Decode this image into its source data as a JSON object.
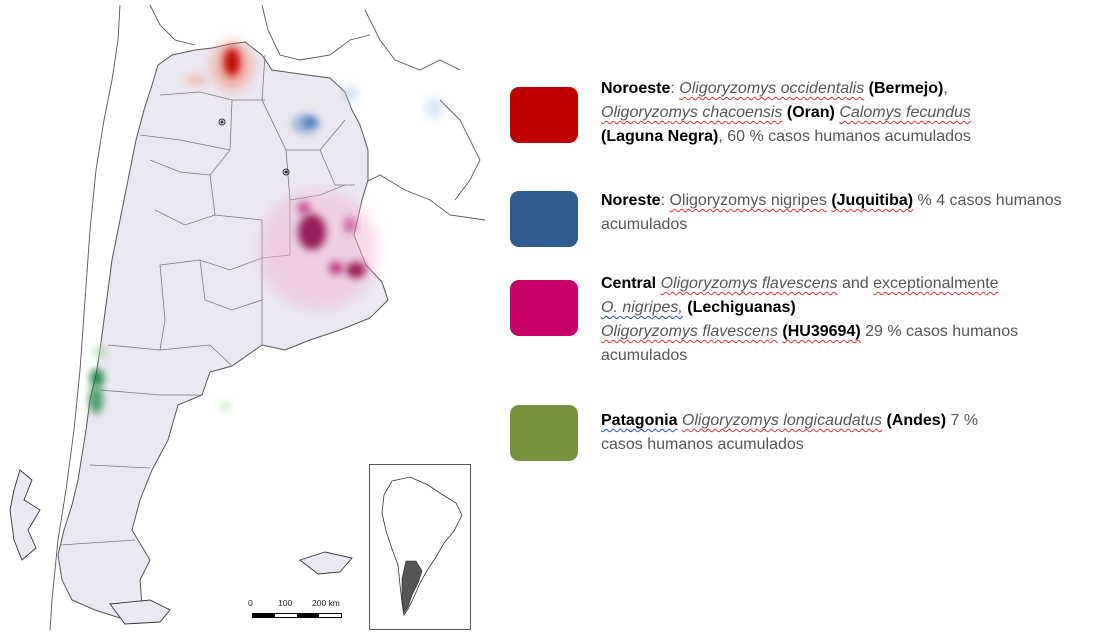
{
  "legend": [
    {
      "color": "#c00000",
      "region": "Noroeste",
      "parts": [
        "Oligoryzomys occidentalis",
        "(Bermejo)",
        "Oligoryzomys chacoensis",
        "(Oran)",
        "Calomys fecundus",
        "(Laguna Negra)",
        ", 60 % casos humanos acumulados"
      ]
    },
    {
      "color": "#2f5b8f",
      "region": "Noreste",
      "parts": [
        "Oligoryzomys nigripes",
        "(Juquitiba)",
        "% 4  casos humanos acumulados"
      ]
    },
    {
      "color": "#c8006a",
      "region": "Central",
      "parts": [
        "Oligoryzomys flavescens",
        "and",
        "exceptionalmente",
        "O. nigripes,",
        "(Lechiguanas)",
        "Oligoryzomys flavescens",
        "(HU39694)",
        "29 % casos humanos acumulados"
      ]
    },
    {
      "color": "#76923c",
      "region": "Patagonia",
      "parts": [
        "Oligoryzomys longicaudatus",
        "(Andes)",
        "7 %",
        "casos humanos acumulados"
      ]
    }
  ],
  "scale": {
    "labels": [
      "0",
      "100",
      "200 km"
    ]
  },
  "colors": {
    "land": "#ece8f2",
    "border": "#555555",
    "noroeste": "#c00000",
    "noreste": "#2f5b8f",
    "central": "#c8006a",
    "patagonia": "#2e8b3e"
  }
}
